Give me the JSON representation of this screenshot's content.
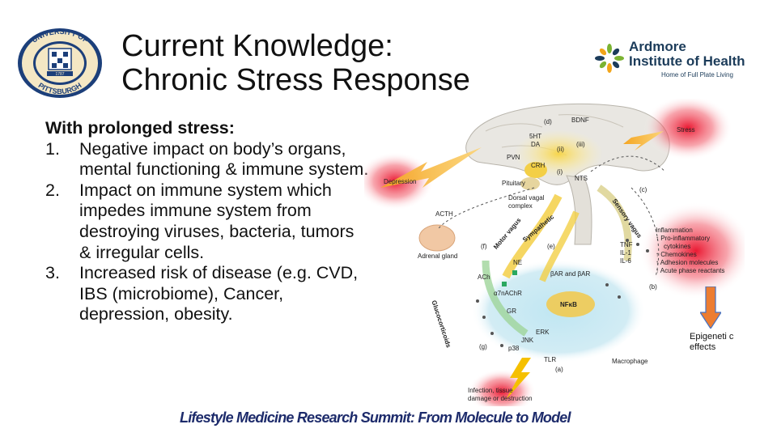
{
  "slide": {
    "title_line1": "Current Knowledge:",
    "title_line2": "Chronic Stress Response",
    "seal_text_top": "UNIVERSITY OF",
    "seal_text_bottom": "PITTSBURGH",
    "seal_year": "1787",
    "ardmore": {
      "line1": "Ardmore",
      "line2": "Institute of Health",
      "tagline": "Home of Full Plate Living"
    },
    "lead": "With prolonged stress:",
    "items": [
      {
        "num": "1.",
        "text": "Negative impact on body’s organs, mental functioning & immune system."
      },
      {
        "num": "2.",
        "text": "Impact on immune system which impedes immune system from destroying viruses, bacteria, tumors & irregular cells."
      },
      {
        "num": "3.",
        "text": "Increased risk of disease (e.g. CVD, IBS (microbiome), Cancer, depression, obesity."
      }
    ],
    "epigenetic": "Epigeneti c effects",
    "footer": "Lifestyle Medicine Research Summit: From Molecule to Model"
  },
  "diagram": {
    "labels": {
      "d": "(d)",
      "bdnf": "BDNF",
      "stress": "Stress",
      "ht5": "5HT",
      "da": "DA",
      "iii": "(iii)",
      "ii": "(ii)",
      "pvn": "PVN",
      "crh": "CRH",
      "i": "(i)",
      "pituitary": "Pituitary",
      "nts": "NTS",
      "depression": "Depression",
      "c": "(c)",
      "dorsal": "Dorsal vagal",
      "complex": "complex",
      "sensory": "Sensory vagus",
      "acth": "ACTH",
      "motor": "Motor vagus",
      "symp": "Sympathetic",
      "f": "(f)",
      "e": "(e)",
      "adrenal": "Adrenal gland",
      "ne": "NE",
      "tnf": "TNF",
      "il1": "IL-1",
      "il6": "IL-6",
      "inflam": "Inflammation",
      "infl1": "↑ Pro-inflammatory",
      "infl1b": "cytokines",
      "infl2": "↑ Chemokines",
      "infl3": "↑ Adhesion molecules",
      "infl4": "↑ Acute phase reactants",
      "ach": "ACh",
      "bar": "βAR and βAR",
      "a7": "α7nAChR",
      "b": "(b)",
      "gluco": "Glucocorticoids",
      "gr": "GR",
      "nfkb": "NFκB",
      "erk": "ERK",
      "jnk": "JNK",
      "p38": "p38",
      "g": "(g)",
      "macrophage": "Macrophage",
      "tlr": "TLR",
      "a": "(a)",
      "infection1": "Infection, tissue",
      "infection2": "damage or destruction"
    }
  }
}
